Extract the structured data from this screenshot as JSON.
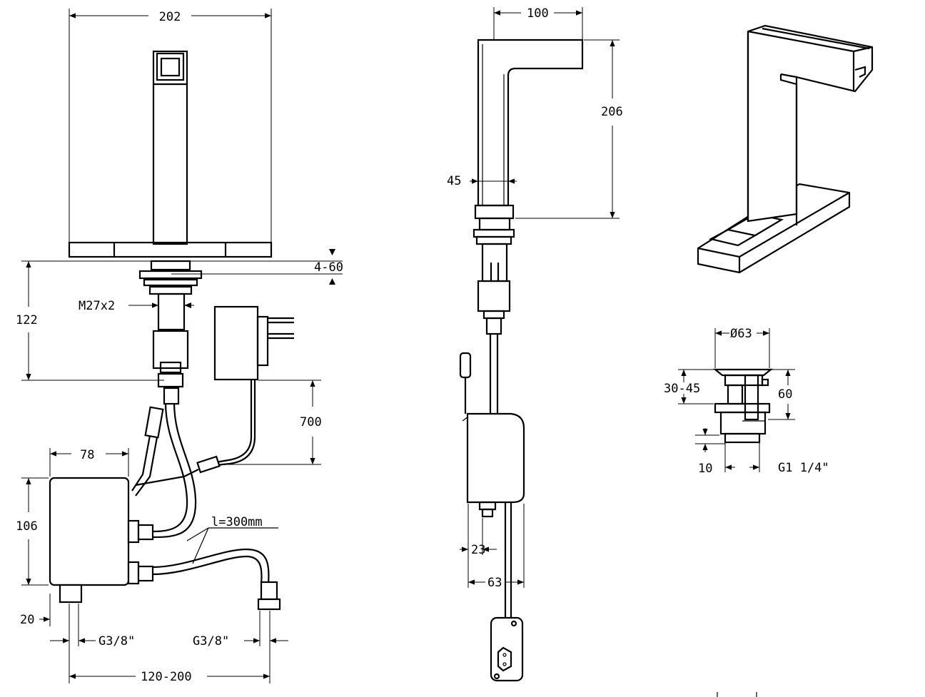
{
  "drawing": {
    "front_view": {
      "width": "202",
      "deck_thickness": "4-60",
      "thread": "M27x2",
      "depth_below_deck": "122",
      "power_cable_length": "700",
      "box_width": "78",
      "box_height": "106",
      "hose_length": "l=300mm",
      "bottom_offset": "20",
      "inlet_left": "G3/8\"",
      "inlet_right": "G3/8\"",
      "inlet_spacing": "120-200"
    },
    "side_view": {
      "spout_reach": "100",
      "height": "206",
      "body_width": "45",
      "box_offset": "23",
      "box_depth": "63"
    },
    "waste_detail": {
      "diameter": "Ø63",
      "deck_range": "30-45",
      "height": "60",
      "thread_length": "10",
      "thread": "G1 1/4\""
    }
  }
}
